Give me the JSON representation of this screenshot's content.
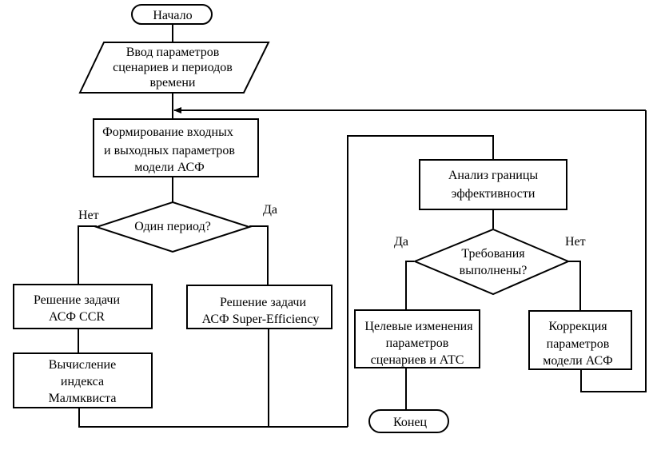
{
  "diagram": {
    "type": "flowchart",
    "nodes": {
      "start": {
        "kind": "terminator",
        "lines": [
          "Начало"
        ]
      },
      "input": {
        "kind": "input-output",
        "lines": [
          "Ввод параметров",
          "сценариев и периодов",
          "времени"
        ]
      },
      "form_params": {
        "kind": "process",
        "lines": [
          "Формирование входных",
          "и выходных параметров",
          "модели АСФ"
        ]
      },
      "one_period": {
        "kind": "decision",
        "lines": [
          "Один период?"
        ],
        "no_label": "Нет",
        "yes_label": "Да"
      },
      "solve_ccr": {
        "kind": "process",
        "lines": [
          "Решение задачи",
          "АСФ CCR"
        ]
      },
      "malmquist": {
        "kind": "process",
        "lines": [
          "Вычисление",
          "индекса",
          "Малмквиста"
        ]
      },
      "solve_super": {
        "kind": "process",
        "lines": [
          "Решение задачи",
          "АСФ Super-Efficiency"
        ]
      },
      "frontier": {
        "kind": "process",
        "lines": [
          "Анализ границы",
          "эффективности"
        ]
      },
      "requirements": {
        "kind": "decision",
        "lines": [
          "Требования",
          "выполнены?"
        ],
        "yes_label": "Да",
        "no_label": "Нет"
      },
      "target_changes": {
        "kind": "process",
        "lines": [
          "Целевые изменения",
          "параметров",
          "сценариев и АТС"
        ]
      },
      "correction": {
        "kind": "process",
        "lines": [
          "Коррекция",
          "параметров",
          "модели АСФ"
        ]
      },
      "end": {
        "kind": "terminator",
        "lines": [
          "Конец"
        ]
      }
    },
    "edges": [
      {
        "from": "start",
        "to": "input"
      },
      {
        "from": "input",
        "to": "form_params"
      },
      {
        "from": "form_params",
        "to": "one_period"
      },
      {
        "from": "one_period",
        "to": "solve_ccr",
        "label": "Нет"
      },
      {
        "from": "one_period",
        "to": "solve_super",
        "label": "Да"
      },
      {
        "from": "solve_ccr",
        "to": "malmquist"
      },
      {
        "from": "malmquist",
        "to": "frontier"
      },
      {
        "from": "solve_super",
        "to": "frontier"
      },
      {
        "from": "frontier",
        "to": "requirements"
      },
      {
        "from": "requirements",
        "to": "target_changes",
        "label": "Да"
      },
      {
        "from": "requirements",
        "to": "correction",
        "label": "Нет"
      },
      {
        "from": "target_changes",
        "to": "end"
      },
      {
        "from": "correction",
        "to": "form_params",
        "arrow": true
      }
    ]
  }
}
